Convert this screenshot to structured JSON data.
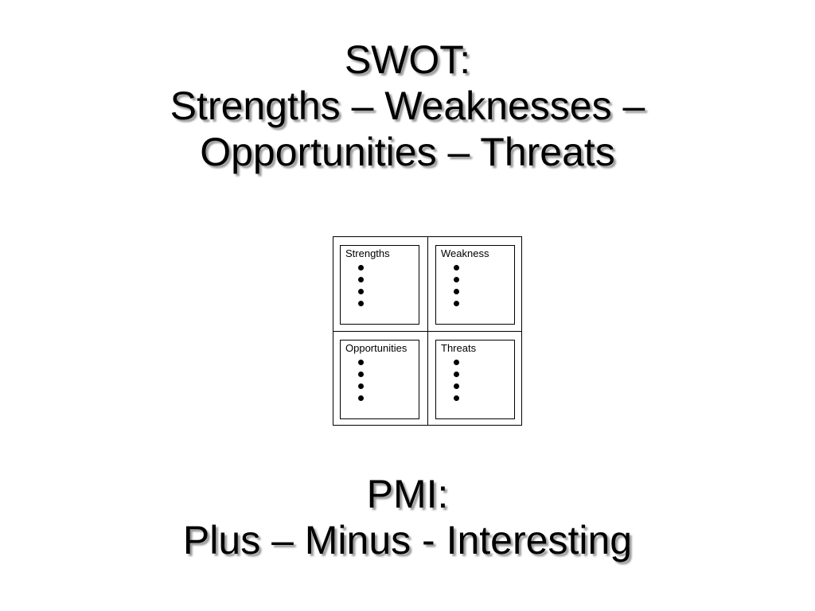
{
  "swot": {
    "title_line1": "SWOT:",
    "title_line2": "Strengths – Weaknesses –",
    "title_line3": "Opportunities – Threats"
  },
  "matrix": {
    "quadrants": [
      {
        "label": "Strengths",
        "bullet_count": 4
      },
      {
        "label": "Weakness",
        "bullet_count": 4
      },
      {
        "label": "Opportunities",
        "bullet_count": 4
      },
      {
        "label": "Threats",
        "bullet_count": 4
      }
    ]
  },
  "pmi": {
    "title_line1": "PMI:",
    "title_line2": "Plus – Minus - Interesting"
  }
}
